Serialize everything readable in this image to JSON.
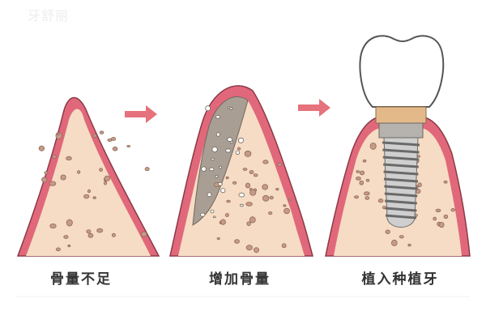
{
  "watermark": "牙舒丽",
  "stages": [
    {
      "label": "骨量不足"
    },
    {
      "label": "增加骨量"
    },
    {
      "label": "植入种植牙"
    }
  ],
  "colors": {
    "gum": "#e1687a",
    "gum_dark": "#8a3a48",
    "bone": "#f6dcc4",
    "bone_dot": "#c79a86",
    "graft": "#a99e93",
    "arrow": "#e5727c",
    "abutment": "#e4b98a",
    "screw": "#c9c9c9",
    "crown": "#ffffff"
  }
}
